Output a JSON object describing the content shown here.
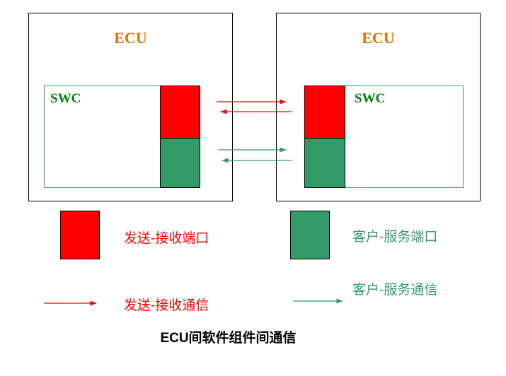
{
  "diagram": {
    "ecu_left": {
      "label": "ECU",
      "swc_label": "SWC"
    },
    "ecu_right": {
      "label": "ECU",
      "swc_label": "SWC"
    }
  },
  "legend": {
    "sender_receiver_port_label": "发送-接收端口",
    "client_server_port_label": "客户-服务端口",
    "sender_receiver_comm_label": "发送-接收通信",
    "client_server_comm_label": "客户-服务通信"
  },
  "caption": "ECU间软件组件间通信",
  "colors": {
    "ecu_label": "#E36C09",
    "swc_label": "#008000",
    "swc_border": "#339966",
    "sender_receiver": "#FF0000",
    "client_server": "#339966",
    "box_border": "#000000"
  }
}
